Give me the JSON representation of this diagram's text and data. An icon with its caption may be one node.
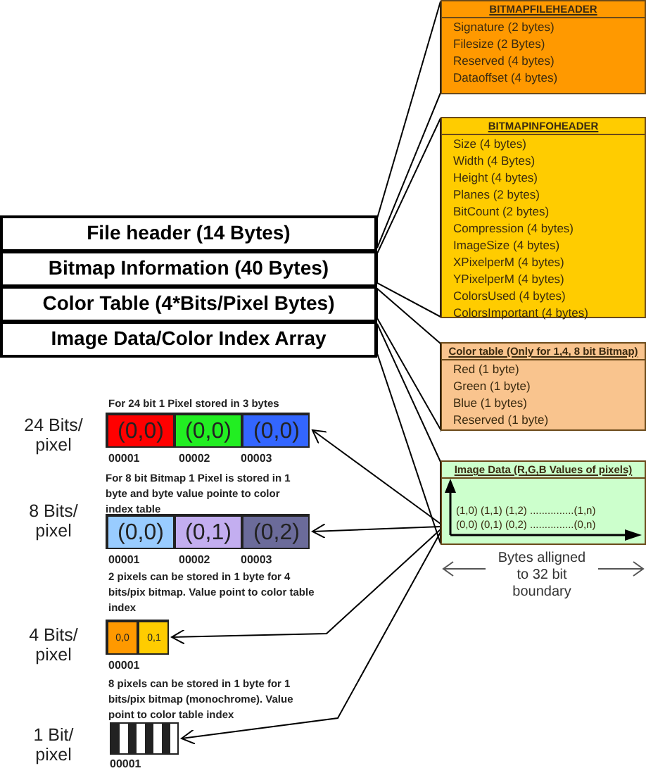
{
  "diagram": {
    "nodes": [
      {
        "text": [
          "File header (14 Bytes)"
        ]
      },
      {
        "text": [
          "Bitmap Information (40 Bytes)"
        ]
      },
      {
        "text": [
          "Color Table (4*Bits/Pixel Bytes)"
        ]
      },
      {
        "text": [
          "Image Data/Color Index Array"
        ]
      },
      {
        "text": [
          "BITMAPFILEHEADER",
          "Signature (2 bytes)",
          "Filesize (2 Bytes)",
          "Reserved (4 bytes)",
          "Dataoffset (4 bytes)"
        ]
      },
      {
        "text": [
          "BITMAPINFOHEADER",
          "Size (4 bytes)",
          "Width (4 Bytes)",
          "Height (4 bytes)",
          "Planes (2 bytes)",
          "BitCount (2 bytes)",
          "Compression (4 bytes)",
          "ImageSize (4 bytes)",
          "XPixelperM (4 bytes)",
          "YPixelperM (4 bytes)",
          "ColorsUsed (4 bytes)",
          "ColorsImportant (4 bytes)"
        ]
      },
      {
        "text": [
          "Color table (Only for 1,4, 8 bit Bitmap)",
          "Red (1 byte)",
          "Green (1 byte)",
          "Blue (1 bytes)",
          "Reserved (1 byte)"
        ]
      },
      {
        "text": [
          "Image Data (R,G,B Values of pixels)",
          "(1,0) (1,1) (1,2) ...............(1,n)",
          "(0,0) (0,1) (0,2) ...............(0,n)"
        ]
      },
      {
        "text": [],
        "shape": "bar",
        "beside": [
          "For 24 bit 1 Pixel stored in 3 bytes"
        ]
      },
      {
        "text": [
          "(0,0)"
        ],
        "in": 8
      },
      {
        "text": [
          "(0,0)"
        ],
        "in": 8
      },
      {
        "text": [
          "(0,0)"
        ],
        "in": 8
      },
      {
        "text": [],
        "shape": "bar",
        "beside": [
          "For 8 bit Bitmap 1 Pixel is stored in 1 byte and byte value pointe to color index table"
        ]
      },
      {
        "text": [
          "(0,0)"
        ],
        "in": 12
      },
      {
        "text": [
          "(0,1)"
        ],
        "in": 12
      },
      {
        "text": [
          "(0,2)"
        ],
        "in": 12
      },
      {
        "text": [],
        "shape": "bar",
        "beside": [
          "2 pixels can be stored in 1 byte for 4 bits/pix bitmap. Value point to color table index"
        ]
      },
      {
        "text": [
          "0,0"
        ],
        "in": 16
      },
      {
        "text": [
          "0,1"
        ],
        "in": 16
      },
      {
        "text": [],
        "shape": "bar",
        "beside": [
          "8 pixels can be stored in 1 byte for 1 bits/pix bitmap (monochrome). Value point to color table index"
        ]
      }
    ],
    "edges": [
      {
        "from": 0,
        "to": 4,
        "arrow": "none"
      },
      {
        "from": 1,
        "to": 5,
        "arrow": "none"
      },
      {
        "from": 2,
        "to": 6,
        "arrow": "none"
      },
      {
        "from": 3,
        "to": 7,
        "arrow": "none"
      },
      {
        "from": 7,
        "to": 8,
        "arrow": "to"
      },
      {
        "from": 7,
        "to": 12,
        "arrow": "to"
      },
      {
        "from": 7,
        "to": 16,
        "arrow": "to"
      },
      {
        "from": 7,
        "to": 19,
        "arrow": "to"
      }
    ],
    "labels": [
      "24 Bits/ pixel",
      "00001",
      "00002",
      "00003",
      "8 Bits/ pixel",
      "00001",
      "00002",
      "00003",
      "Bytes alligned to 32 bit boundary",
      "4 Bits/ pixel",
      "00001",
      "1 Bit/ pixel",
      "00001"
    ]
  }
}
